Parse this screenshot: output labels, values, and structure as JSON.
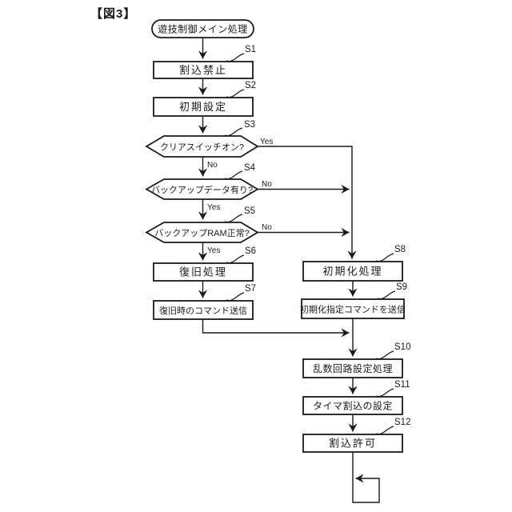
{
  "figure": {
    "title": "【図3】",
    "ink_color": "#1a1a1a",
    "background_color": "#ffffff"
  },
  "flowchart": {
    "start": {
      "label": "遊技制御メイン処理",
      "shape": "terminal"
    },
    "branch_labels": {
      "yes": "Yes",
      "no": "No"
    },
    "steps": [
      {
        "id": "S1",
        "shape": "process",
        "label": "割込禁止"
      },
      {
        "id": "S2",
        "shape": "process",
        "label": "初期設定"
      },
      {
        "id": "S3",
        "shape": "decision",
        "label": "クリアスイッチオン?"
      },
      {
        "id": "S4",
        "shape": "decision",
        "label": "バックアップデータ有り?"
      },
      {
        "id": "S5",
        "shape": "decision",
        "label": "バックアップRAM正常?"
      },
      {
        "id": "S6",
        "shape": "process",
        "label": "復旧処理"
      },
      {
        "id": "S7",
        "shape": "process",
        "label": "復旧時のコマンド送信"
      },
      {
        "id": "S8",
        "shape": "process",
        "label": "初期化処理"
      },
      {
        "id": "S9",
        "shape": "process",
        "label": "初期化指定コマンドを送信"
      },
      {
        "id": "S10",
        "shape": "process",
        "label": "乱数回路設定処理"
      },
      {
        "id": "S11",
        "shape": "process",
        "label": "タイマ割込の設定"
      },
      {
        "id": "S12",
        "shape": "process",
        "label": "割込許可"
      }
    ]
  }
}
